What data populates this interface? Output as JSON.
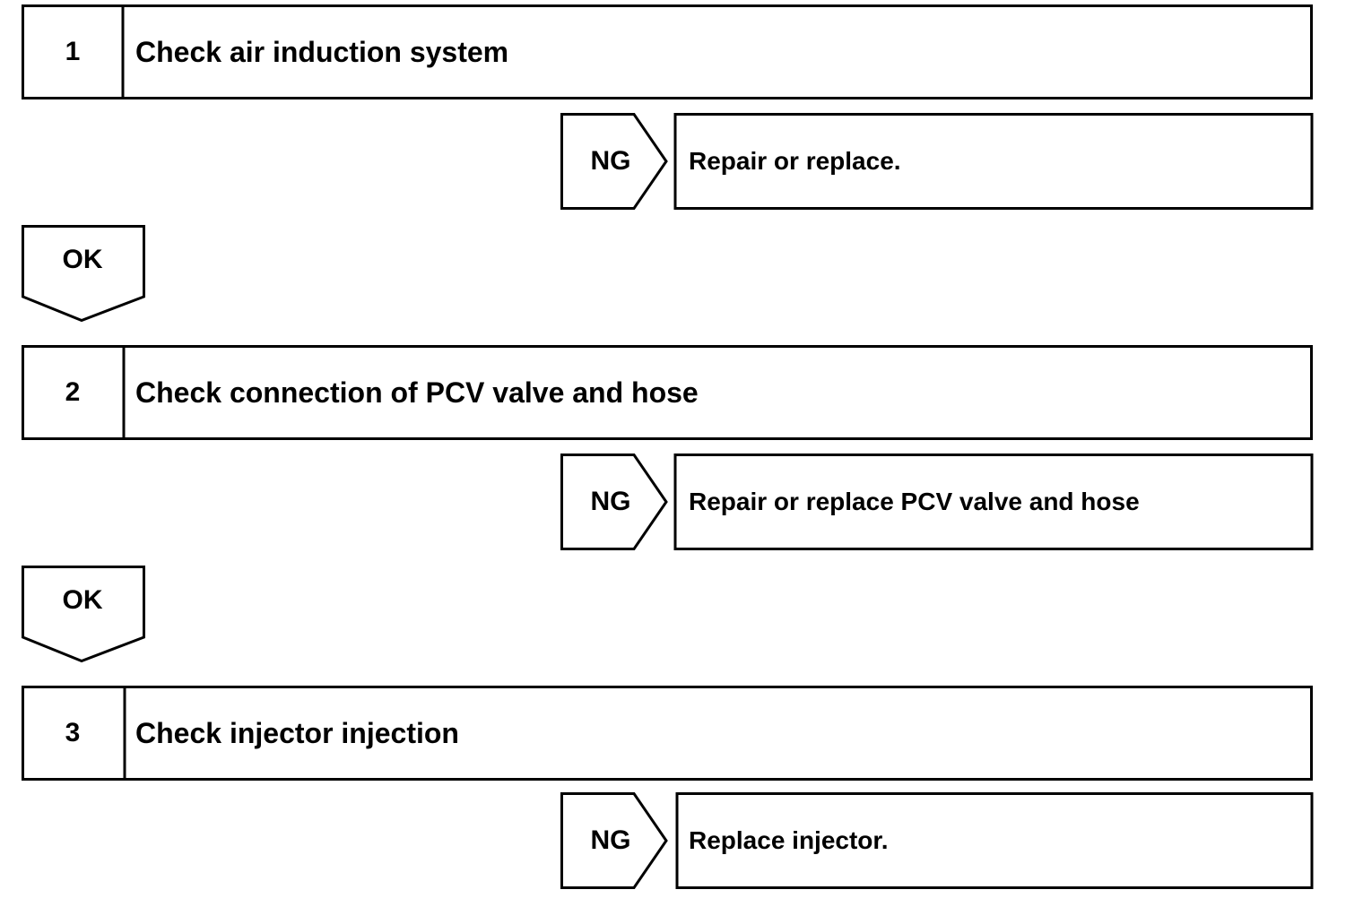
{
  "steps": [
    {
      "number": "1",
      "title": "Check air induction system",
      "ng_label": "NG",
      "ng_result": "Repair or replace.",
      "ok_label": "OK"
    },
    {
      "number": "2",
      "title": "Check connection of PCV valve and hose",
      "ng_label": "NG",
      "ng_result": "Repair or replace PCV valve and hose",
      "ok_label": "OK"
    },
    {
      "number": "3",
      "title": "Check injector injection",
      "ng_label": "NG",
      "ng_result": "Replace injector."
    }
  ]
}
